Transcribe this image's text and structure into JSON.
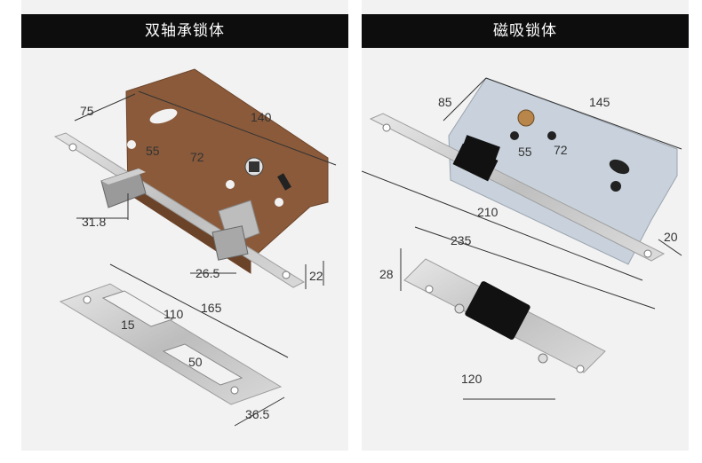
{
  "panels": {
    "left": {
      "title": "双轴承锁体",
      "dims": {
        "body_width": "75",
        "body_length": "140",
        "backset": "55",
        "center_distance": "72",
        "latch_bolt": "31.8",
        "deadbolt": "26.5",
        "faceplate_width": "22",
        "strike_length": "165",
        "strike_inner": "110",
        "strike_small": "15",
        "strike_slot": "50",
        "strike_width": "36.5"
      }
    },
    "right": {
      "title": "磁吸锁体",
      "dims": {
        "body_width": "85",
        "body_length": "145",
        "backset": "55",
        "center_distance": "72",
        "faceplate_length": "210",
        "faceplate_width": "20",
        "strike_length": "235",
        "strike_width": "28",
        "strike_inner": "120"
      }
    }
  },
  "colors": {
    "header_bg": "#0d0d0d",
    "panel_bg": "#f2f2f2",
    "brown_body": "#8a5a3a",
    "galvanized_body": "#c9d2dc",
    "steel": "#c8c8c8"
  }
}
